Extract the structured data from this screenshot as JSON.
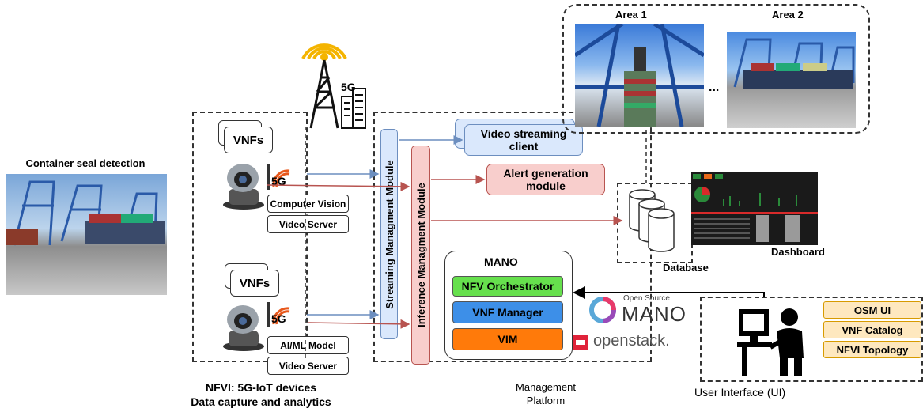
{
  "left": {
    "title": "Container seal detection"
  },
  "nfvi": {
    "caption_line1": "NFVI: 5G-IoT devices",
    "caption_line2": "Data capture and analytics",
    "top": {
      "vnfs_label": "VNFs",
      "signal_label": "5G",
      "module1": "Computer Vision",
      "module2": "Video Server"
    },
    "bottom": {
      "vnfs_label": "VNFs",
      "signal_label": "5G",
      "module1": "AI/ML Model",
      "module2": "Video Server"
    }
  },
  "tower": {
    "label": "5G"
  },
  "management": {
    "caption_line1": "Management",
    "caption_line2": "Platform",
    "streaming_module": "Streaming Managment Module",
    "inference_module": "Inference Managment Module",
    "video_client": "Video streaming client",
    "alert_module": "Alert generation module",
    "mano": {
      "title": "MANO",
      "nfvo": "NFV Orchestrator",
      "vnfm": "VNF Manager",
      "vim": "VIM"
    },
    "osm_logo_small": "Open Source",
    "osm_logo_big": "MANO",
    "openstack_logo": "openstack."
  },
  "areas": {
    "area1": "Area 1",
    "area2": "Area 2",
    "ellipsis": "..."
  },
  "storage": {
    "database": "Database",
    "dashboard": "Dashboard"
  },
  "ui": {
    "caption": "User Interface (UI)",
    "items": [
      "OSM UI",
      "VNF Catalog",
      "NFVI Topology"
    ]
  },
  "colors": {
    "blue_arrow": "#6c8ebf",
    "red_arrow": "#b85450",
    "streaming_fill": "#dae8fc",
    "inference_fill": "#f8cecc",
    "nfvo_fill": "#66e04d",
    "vnfm_fill": "#3d8fe8",
    "vim_fill": "#ff7a0a",
    "ui_fill": "#fee8bf"
  }
}
